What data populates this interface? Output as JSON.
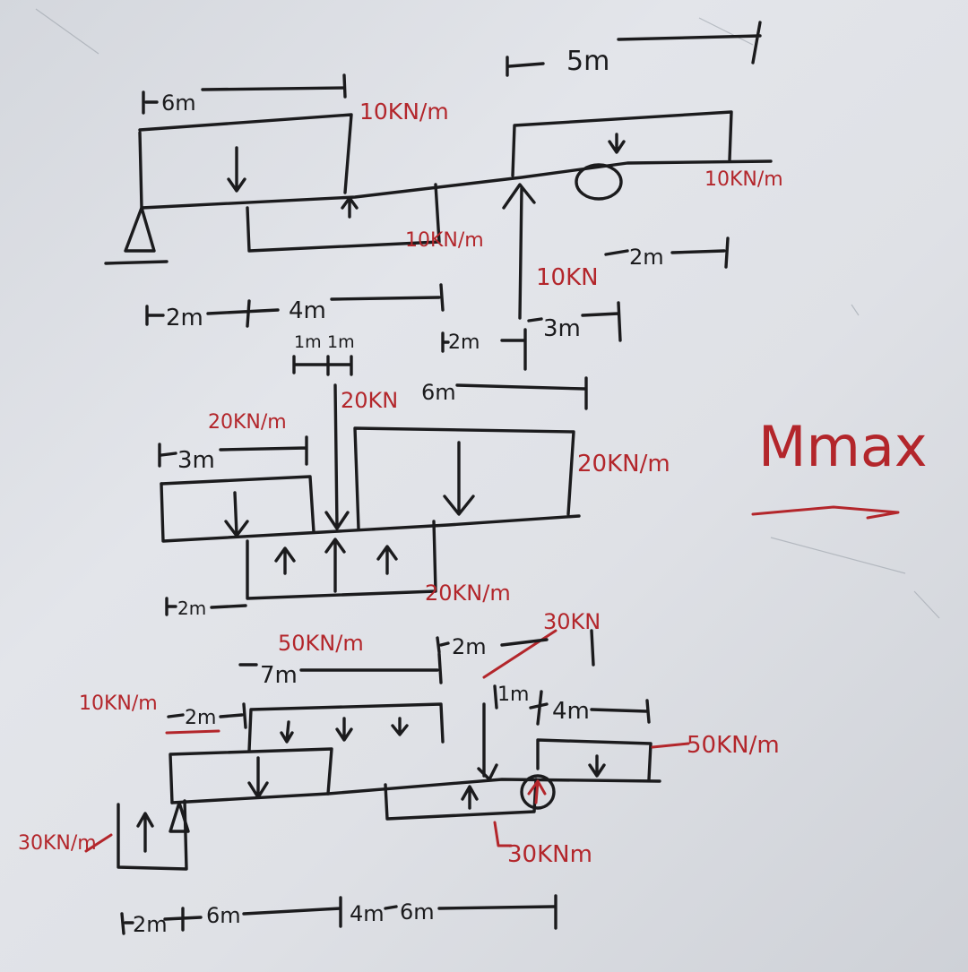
{
  "colors": {
    "board": "#dfe1e6",
    "black_ink": "#1b1b1d",
    "red_ink": "#b3262b"
  },
  "title": "Mmax",
  "beams": [
    {
      "labels": {
        "dim_6m": "6m",
        "load_top": "10KN/m",
        "dim_5m": "5m",
        "load_right": "10KN/m",
        "load_bottom": "10KN/m",
        "point_load": "10KN",
        "dim_2m_a": "2m",
        "dim_2m_b": "2m",
        "dim_4m": "4m",
        "dim_2m_c": "2m",
        "dim_3m": "3m"
      }
    },
    {
      "labels": {
        "dim_1m_a": "1m",
        "dim_1m_b": "1m",
        "point_load": "20KN",
        "dim_6m": "6m",
        "load_left": "20KN/m",
        "dim_3m": "3m",
        "load_right": "20KN/m",
        "load_bottom": "20KN/m",
        "dim_2m": "2m"
      }
    },
    {
      "labels": {
        "load_50": "50KN/m",
        "dim_7m": "7m",
        "dim_2m_top": "2m",
        "point_load": "30KN",
        "load_left": "10KN/m",
        "dim_2m_left": "2m",
        "dim_1m": "1m",
        "dim_4m_top": "4m",
        "load_right": "50KN/m",
        "load_30_left": "30KN/m",
        "moment": "30KNm",
        "dim_2m_bottom": "2m",
        "dim_6m_a": "6m",
        "dim_4m_bottom": "4m",
        "dim_6m_b": "6m"
      }
    }
  ]
}
